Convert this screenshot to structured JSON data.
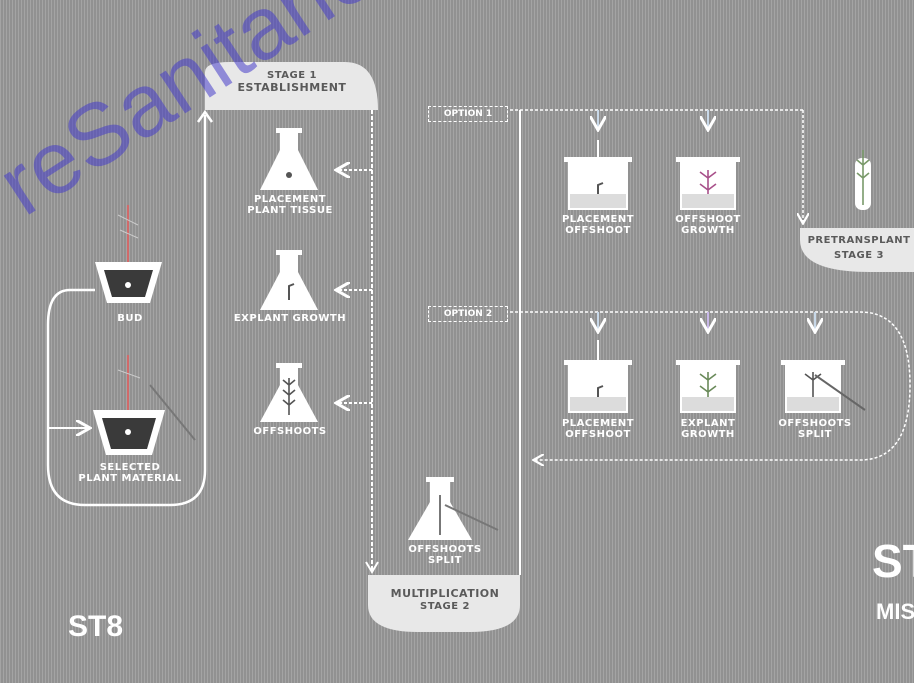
{
  "stage1": {
    "title": "STAGE 1",
    "subtitle": "ESTABLISHMENT"
  },
  "stage2": {
    "title": "MULTIPLICATION",
    "subtitle": "STAGE 2"
  },
  "stage3": {
    "title": "PRETRANSPLANT",
    "subtitle": "STAGE 3"
  },
  "left_loop": {
    "top_label": "BUD",
    "bottom_label": "SELECTED\nPLANT MATERIAL"
  },
  "establishment_steps": [
    "PLACEMENT\nPLANT TISSUE",
    "EXPLANT GROWTH",
    "OFFSHOOTS"
  ],
  "multiplication_flask": "OFFSHOOTS\nSPLIT",
  "option1": {
    "tag": "OPTION 1",
    "steps": [
      "PLACEMENT\nOFFSHOOT",
      "OFFSHOOT\nGROWTH"
    ]
  },
  "option2": {
    "tag": "OPTION 2",
    "steps": [
      "PLACEMENT\nOFFSHOOT",
      "EXPLANT\nGROWTH",
      "OFFSHOOTS\nSPLIT"
    ]
  },
  "brand": "ST8",
  "brand_right": {
    "top": "ST",
    "bottom": "MIS"
  },
  "watermark": "reSanitarie.it",
  "colors": {
    "background": "#9a9a9a",
    "lines": "#ffffff",
    "watermark": "#4a3cc8"
  }
}
